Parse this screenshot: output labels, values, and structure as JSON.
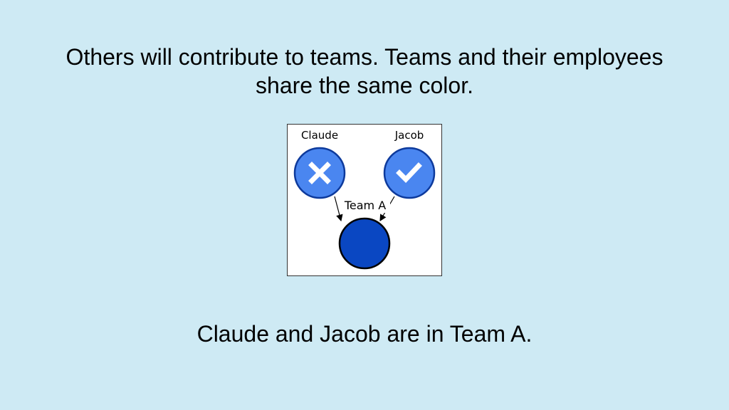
{
  "heading": {
    "line1": "Others will contribute to teams. Teams and their employees",
    "line2": "share the same color."
  },
  "diagram": {
    "employees": [
      {
        "name": "Claude",
        "status_icon": "x-icon"
      },
      {
        "name": "Jacob",
        "status_icon": "check-icon"
      }
    ],
    "team": {
      "label": "Team A"
    },
    "colors": {
      "employee_fill": "#4a86f0",
      "employee_stroke": "#0d3a9c",
      "team_fill": "#0a47c2",
      "team_stroke": "#000000"
    }
  },
  "caption": "Claude and Jacob are in Team A."
}
